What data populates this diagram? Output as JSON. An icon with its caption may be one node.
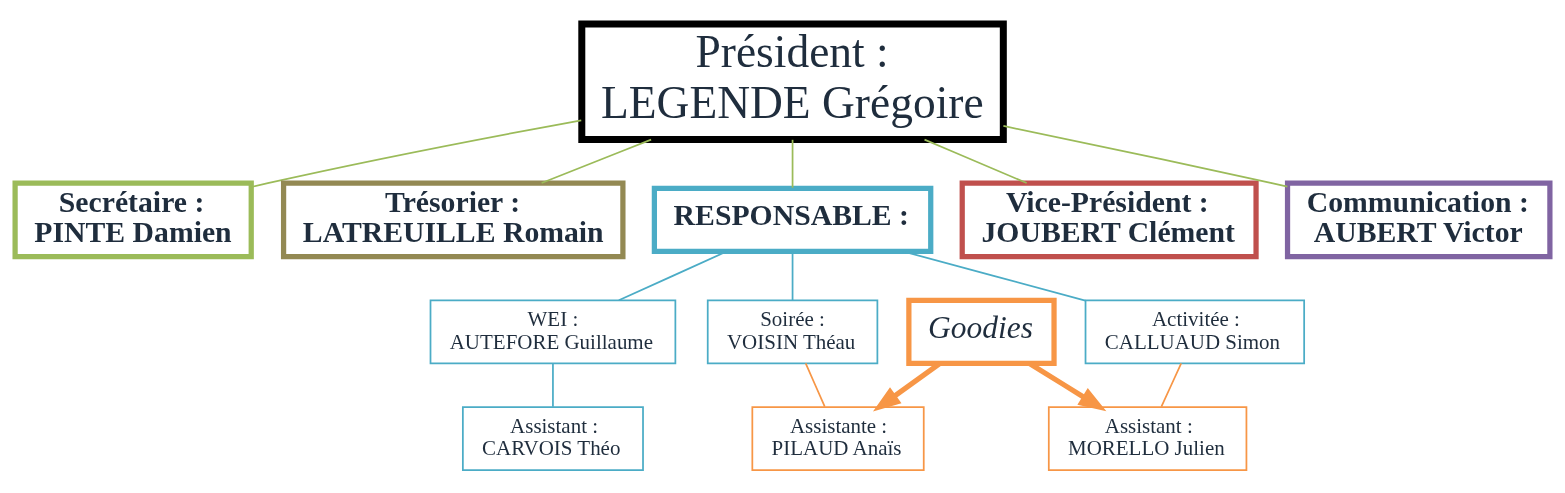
{
  "diagram": {
    "nodes": [
      {
        "text": [
          "Président :",
          "LEGENDE Grégoire"
        ]
      },
      {
        "text": [
          "Secrétaire :",
          "PINTE Damien"
        ]
      },
      {
        "text": [
          "Trésorier :",
          "LATREUILLE Romain"
        ]
      },
      {
        "text": [
          "RESPONSABLE :"
        ]
      },
      {
        "text": [
          "Vice-Président :",
          "JOUBERT Clément"
        ]
      },
      {
        "text": [
          "Communication :",
          "AUBERT Victor"
        ]
      },
      {
        "text": [
          "WEI :",
          "AUTEFORE Guillaume"
        ]
      },
      {
        "text": [
          "Soirée :",
          "VOISIN Théau"
        ]
      },
      {
        "text": [
          "Activitée :",
          "CALLUAUD Simon"
        ]
      },
      {
        "text": [
          "Assistant :",
          "CARVOIS Théo"
        ]
      },
      {
        "text": [
          "Assistante :",
          "PILAUD Anaïs"
        ]
      },
      {
        "text": [
          "Assistant :",
          "MORELLO Julien"
        ]
      },
      {
        "text": [
          "Goodies"
        ]
      }
    ],
    "edges": [
      {
        "from": 0,
        "to": 1,
        "arrow": "none",
        "color": "#9bbb59"
      },
      {
        "from": 0,
        "to": 2,
        "arrow": "none",
        "color": "#9bbb59"
      },
      {
        "from": 0,
        "to": 3,
        "arrow": "none",
        "color": "#9bbb59"
      },
      {
        "from": 0,
        "to": 4,
        "arrow": "none",
        "color": "#9bbb59"
      },
      {
        "from": 0,
        "to": 5,
        "arrow": "none",
        "color": "#9bbb59"
      },
      {
        "from": 3,
        "to": 6,
        "arrow": "none",
        "color": "#4bacc6"
      },
      {
        "from": 3,
        "to": 7,
        "arrow": "none",
        "color": "#4bacc6"
      },
      {
        "from": 3,
        "to": 8,
        "arrow": "none",
        "color": "#4bacc6"
      },
      {
        "from": 6,
        "to": 9,
        "arrow": "none",
        "color": "#4bacc6"
      },
      {
        "from": 7,
        "to": 10,
        "arrow": "none",
        "color": "#f79646"
      },
      {
        "from": 8,
        "to": 11,
        "arrow": "none",
        "color": "#f79646"
      },
      {
        "from": 12,
        "to": 10,
        "arrow": "to",
        "style": "thick",
        "color": "#f79646"
      },
      {
        "from": 12,
        "to": 11,
        "arrow": "to",
        "style": "thick",
        "color": "#f79646"
      }
    ]
  }
}
